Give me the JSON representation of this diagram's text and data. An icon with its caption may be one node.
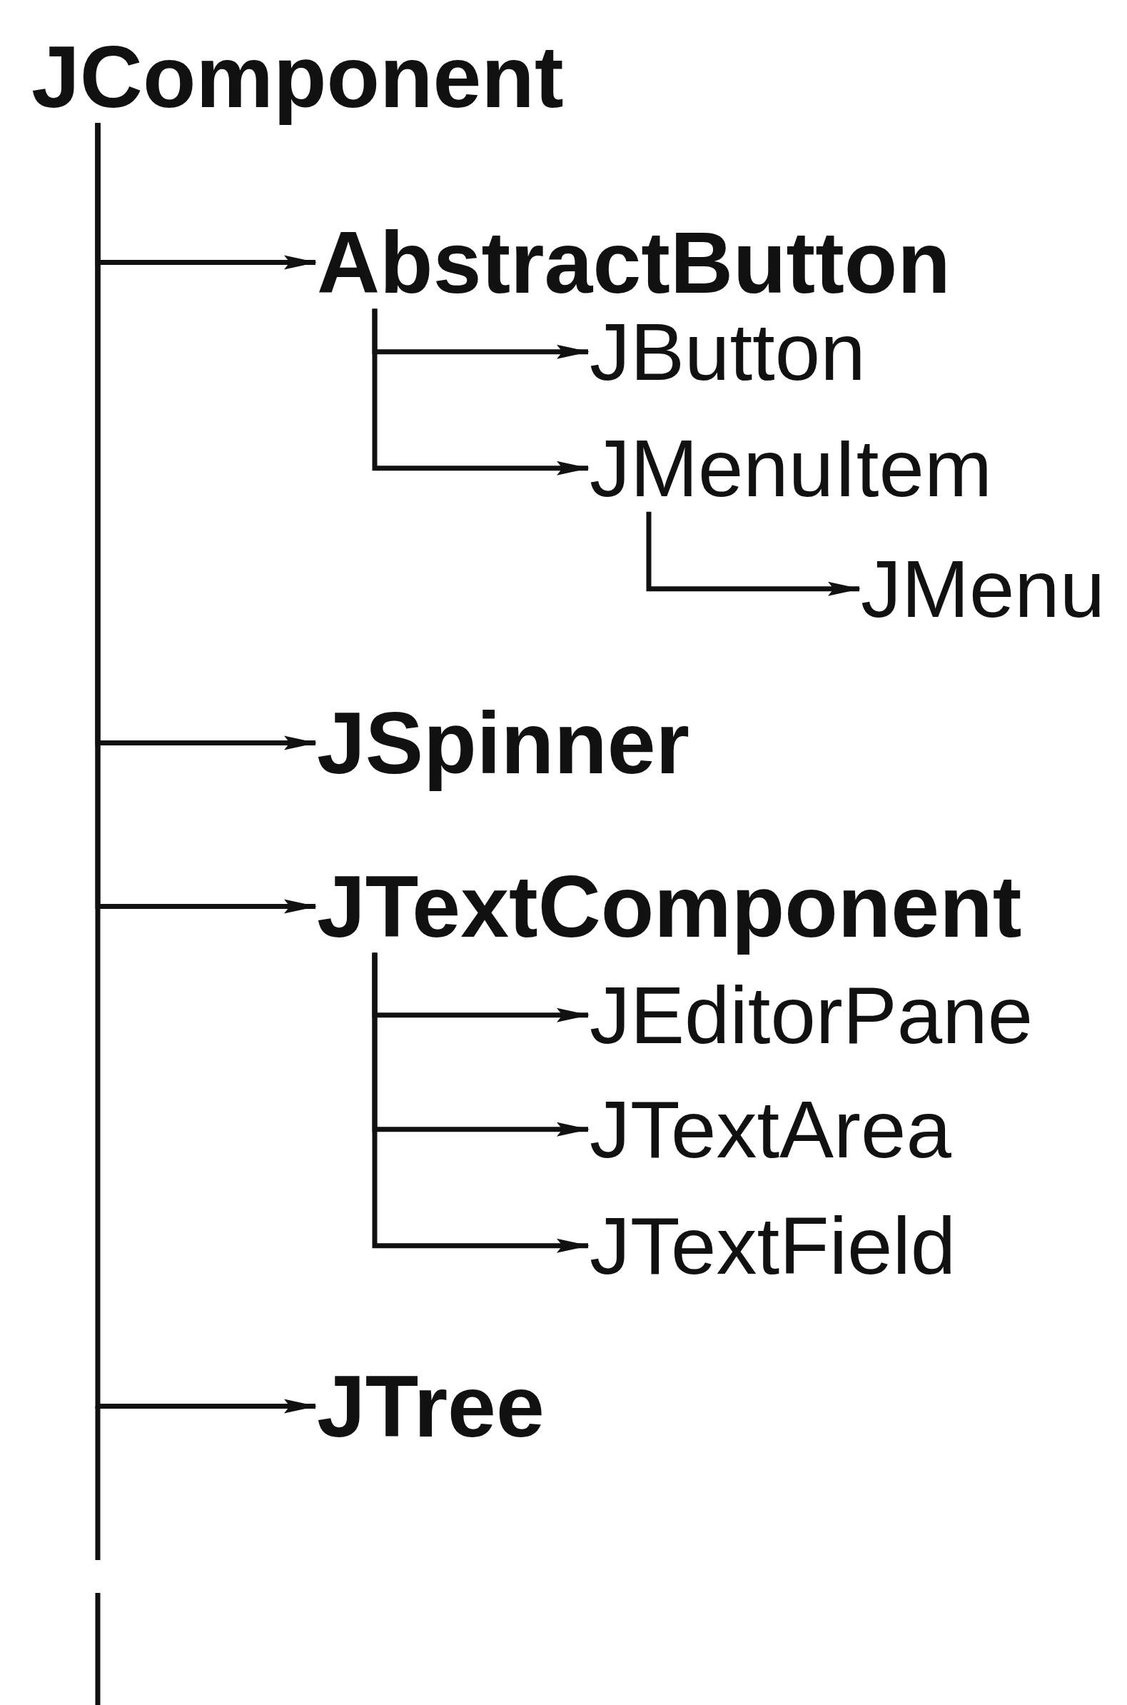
{
  "diagram": {
    "nodes": [
      {
        "text": [
          "JComponent"
        ]
      },
      {
        "text": [
          "AbstractButton"
        ]
      },
      {
        "text": [
          "JButton"
        ]
      },
      {
        "text": [
          "JMenuItem"
        ]
      },
      {
        "text": [
          "JMenu"
        ]
      },
      {
        "text": [
          "JSpinner"
        ]
      },
      {
        "text": [
          "JTextComponent"
        ]
      },
      {
        "text": [
          "JEditorPane"
        ]
      },
      {
        "text": [
          "JTextArea"
        ]
      },
      {
        "text": [
          "JTextField"
        ]
      },
      {
        "text": [
          "JTree"
        ]
      }
    ],
    "edges": [
      {
        "from": 0,
        "to": 1,
        "arrow": "to"
      },
      {
        "from": 1,
        "to": 2,
        "arrow": "to"
      },
      {
        "from": 1,
        "to": 3,
        "arrow": "to"
      },
      {
        "from": 3,
        "to": 4,
        "arrow": "to"
      },
      {
        "from": 0,
        "to": 5,
        "arrow": "to"
      },
      {
        "from": 0,
        "to": 6,
        "arrow": "to"
      },
      {
        "from": 6,
        "to": 7,
        "arrow": "to"
      },
      {
        "from": 6,
        "to": 8,
        "arrow": "to"
      },
      {
        "from": 6,
        "to": 9,
        "arrow": "to"
      },
      {
        "from": 0,
        "to": 10,
        "arrow": "to"
      }
    ]
  }
}
